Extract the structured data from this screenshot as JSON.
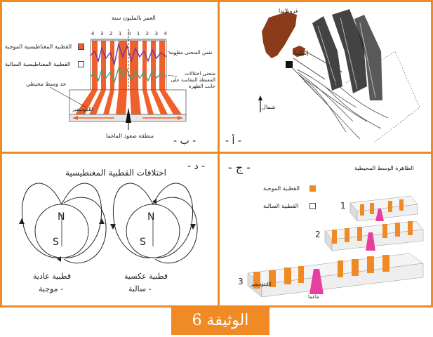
{
  "document": {
    "title": "الوثيقة 6"
  },
  "panels": {
    "a": {
      "label": "- أ -",
      "greenland": "غرونلاندا",
      "iceland": "إسلندا",
      "north": "شمال"
    },
    "b": {
      "label": "- ب -",
      "age_axis": "العمر بالمليون سنة",
      "ticks": [
        "4",
        "3",
        "2",
        "1",
        "0",
        "1",
        "2",
        "3",
        "4"
      ],
      "legend_positive": "القطبية المغناطيسية الموجبة",
      "legend_negative": "القطبية المغناطيسية السالبة",
      "ridge_axis": "حد وسط محيطي",
      "curve_inverted": "نفس المنحنى مقلوب",
      "curve_anomaly": "منحنى اختلالات المغنطة المقاسة على جانب الظهرة",
      "lithosphere": "الليتوسفير",
      "magma_zone": "منطقة صعود الماغما",
      "colors": {
        "positive": "#f0602c",
        "negative": "#ffffff",
        "curve_purple": "#6a3aa0",
        "curve_green": "#4a9a7a"
      }
    },
    "c": {
      "label": "- ج -",
      "title": "الظاهرة الوسط المحيطية",
      "legend_positive": "القطبية الموجبة",
      "legend_negative": "القطبية السالبة",
      "steps": [
        "1",
        "2",
        "3"
      ],
      "lithosphere": "الليتوسفير",
      "magma": "ماغما",
      "colors": {
        "positive": "#f08a24",
        "magma": "#e83ea0"
      }
    },
    "d": {
      "label": "- د -",
      "title": "اختلافات القطبية المغنطيسية",
      "normal_label": "قطبية عادية",
      "normal_sub": "- موجبة",
      "reverse_label": "قطبية عكسية",
      "reverse_sub": "- سالبة",
      "pole_n": "N",
      "pole_s": "S"
    }
  }
}
